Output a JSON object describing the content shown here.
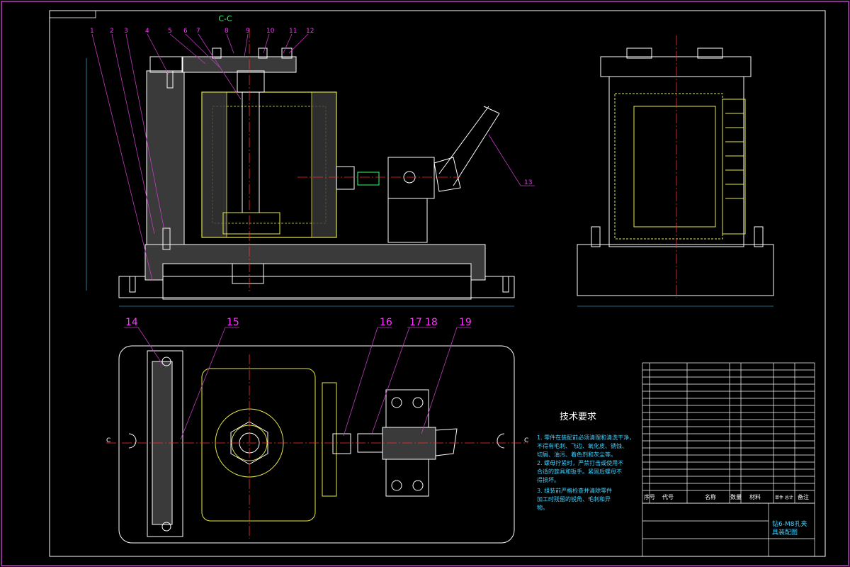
{
  "colors": {
    "background": "#000000",
    "frame": "#c03cc0",
    "white_line": "#ffffff",
    "yellow_line": "#e8e84a",
    "red_centerline": "#ff3030",
    "cyan_text": "#3fd0ff",
    "green": "#33ff66",
    "hatch": "#3a3a3a",
    "magenta_label": "#ff33ff"
  },
  "section_label": "C-C",
  "top_balloons": [
    "1",
    "2",
    "3",
    "4",
    "5",
    "6",
    "7",
    "8",
    "9",
    "10",
    "11",
    "12"
  ],
  "side_balloon": "13",
  "bottom_balloons": [
    "14",
    "15",
    "16",
    "17",
    "18",
    "19"
  ],
  "dim_section_marks": [
    "C",
    "C"
  ],
  "tech_requirements": {
    "title": "技术要求",
    "items": [
      "1. 零件在装配前必须清理和清洗干净，",
      "不得有毛刺、飞边、氧化皮、锈蚀、",
      "切屑、油污、着色剂和灰尘等。",
      "2. 螺母拧紧时，严禁打击或使用不",
      "合适的旋具和扳手。紧固后螺母不",
      "得损坏。",
      "",
      "3. 组装前严格检查并清除零件",
      "加工时残留的锐角、毛刺和异",
      "物。"
    ]
  },
  "title_block": {
    "drawing_title_1": "钻6-M8孔夹",
    "drawing_title_2": "具装配图",
    "header_cols": [
      "序号",
      "代号",
      "名称",
      "数量",
      "材料",
      "单件 总计",
      "备注"
    ]
  }
}
